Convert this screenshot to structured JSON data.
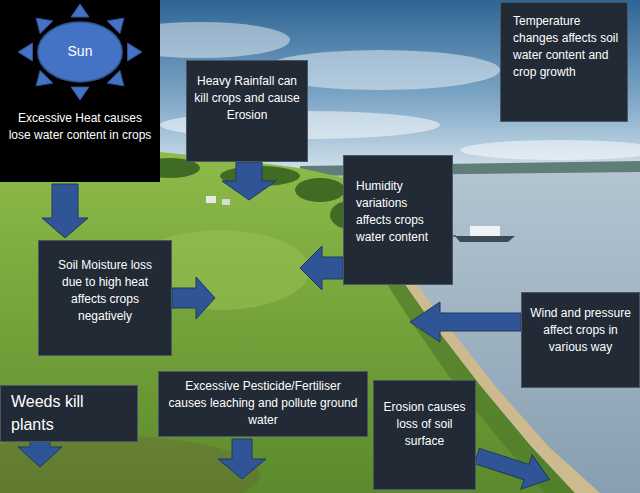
{
  "diagram": {
    "nodes": [
      {
        "text": [
          "Excessive Heat causes lose water content in crops"
        ]
      },
      {
        "text": [
          "Sun"
        ],
        "in": 0
      },
      {
        "text": [
          "Heavy Rainfall can kill crops and cause Erosion"
        ]
      },
      {
        "text": [
          "Temperature changes affects soil water content and crop growth"
        ]
      },
      {
        "text": [
          "Humidity variations affects crops water content"
        ]
      },
      {
        "text": [
          "Soil Moisture loss due to high heat affects crops negatively"
        ]
      },
      {
        "text": [
          "Wind and pressure affect crops in various way"
        ]
      },
      {
        "text": [
          "Weeds kill plants"
        ]
      },
      {
        "text": [
          "Excessive Pesticide/Fertiliser causes leaching and pollute ground water"
        ]
      },
      {
        "text": [
          "Erosion causes loss of soil surface"
        ]
      }
    ],
    "edges": [
      {
        "from": 0,
        "to": 5,
        "arrow": "to"
      }
    ]
  }
}
